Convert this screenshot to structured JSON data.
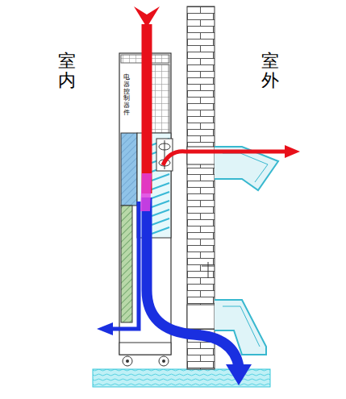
{
  "diagram": {
    "labels": [
      "室内",
      "室外",
      "电器控制器件"
    ]
  }
}
